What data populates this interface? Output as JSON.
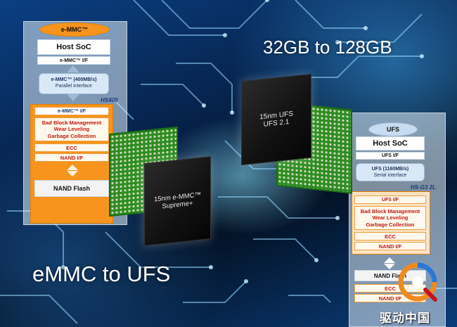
{
  "headlines": {
    "capacity": "32GB to 128GB",
    "transition": "eMMC to UFS"
  },
  "emmc_diagram": {
    "title_badge": "e-MMC™",
    "host_soc": "Host SoC",
    "host_if": "e-MMC™ I/F",
    "bus_line1": "e-MMC™ (400MB/s)",
    "bus_line2": "Parallel interface",
    "mode_tag": "HS400",
    "device_if": "e-MMC™ I/F",
    "controller_lines": [
      "Bad Block Management",
      "Wear Leveling",
      "Garbage Collection"
    ],
    "ecc": "ECC",
    "nand_if": "NAND I/F",
    "nand_flash": "NAND Flash"
  },
  "ufs_diagram": {
    "title_badge": "UFS",
    "host_soc": "Host SoC",
    "host_if": "UFS I/F",
    "bus_line1": "UFS (1160MB/s)",
    "bus_line2": "Serial interface",
    "mode_tag": "HS-G3 2L",
    "device_if": "UFS I/F",
    "controller_lines": [
      "Bad Block Management",
      "Wear Leveling",
      "Garbage Collection"
    ],
    "ecc": "ECC",
    "nand_if": "NAND I/F",
    "nand_flash": "NAND Flash",
    "ecc_lower": "ECC",
    "nand_if_lower": "NAND I/F"
  },
  "chips": {
    "emmc": {
      "line1": "15nm e-MMC™",
      "line2": "Supreme+"
    },
    "ufs": {
      "line1": "15nm UFS",
      "line2": "UFS 2.1"
    }
  },
  "logo": {
    "text": "驱动中国"
  },
  "colors": {
    "orange_accent": "#f7941d",
    "red_text": "#c01a10",
    "pcb_green": "#2e8d22",
    "background_blue": "#0b3f82"
  }
}
